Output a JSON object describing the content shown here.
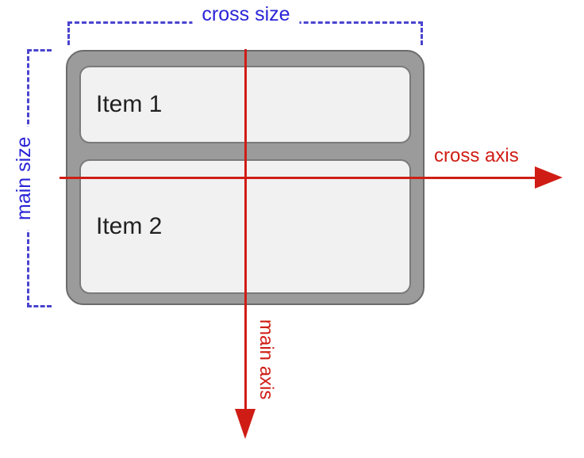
{
  "colors": {
    "canvas-bg": "#ffffff",
    "blue-text": "#2a24d8",
    "blue-dash": "#4a44cf",
    "red": "#cf1d15",
    "container-fill": "#9b9b9b",
    "container-border": "#6b6b6b",
    "item-fill": "#f1f1f1",
    "item-border": "#7a7a7a",
    "item-text": "#212121"
  },
  "diagram": {
    "labels": {
      "cross_size": "cross size",
      "main_size": "main size",
      "cross_axis": "cross axis",
      "main_axis": "main axis"
    },
    "container": {
      "items": [
        {
          "label": "Item 1"
        },
        {
          "label": "Item 2"
        }
      ]
    }
  }
}
